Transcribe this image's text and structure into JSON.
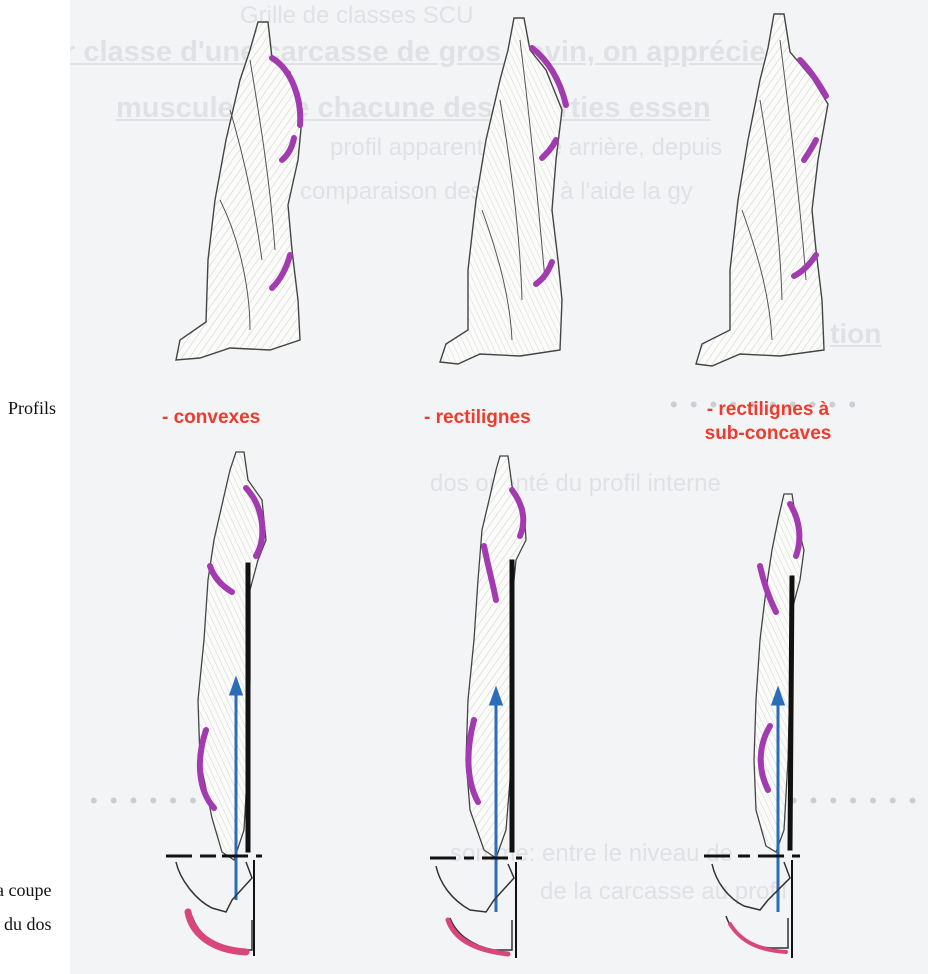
{
  "labels": {
    "profils": "Profils",
    "coupe_line1": "a coupe",
    "coupe_line2": "du dos"
  },
  "profiles": [
    {
      "line1": "- convexes",
      "line2": ""
    },
    {
      "line1": "- rectilignes",
      "line2": ""
    },
    {
      "line1": "- rectilignes à",
      "line2": "sub-concaves"
    }
  ],
  "background_text": {
    "line1": "Grille de classes SCU",
    "line2": "r classe d'une carcasse de gros bovin, on apprécie",
    "line3": "musculeux de chacune des 3 parties essen",
    "line4": "profil apparent en vue arrière, depuis",
    "line5": "comparaison des profils à l'aide la gy",
    "line6": "tion",
    "line7": "dos orienté du profil interne",
    "line8": "somme: entre le niveau de",
    "line9": "de la carcasse au profil"
  },
  "colors": {
    "profile_label": "#ee3b2d",
    "highlight": "#a23ab0",
    "arrow": "#2a6db8",
    "back_line": "#111111",
    "section_fill": "#d9477a"
  }
}
